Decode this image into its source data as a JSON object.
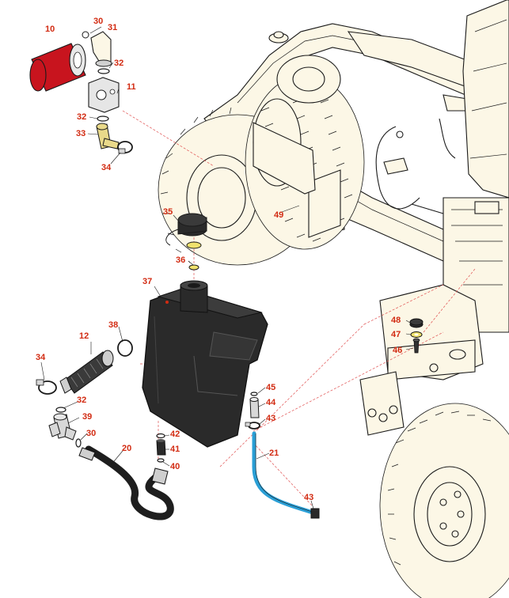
{
  "colors": {
    "callout": "#d22b12",
    "cream": "#fcf7e6",
    "tank": "#2a2a2a",
    "filter_red": "#c8141e",
    "hose_blue": "#2a9fd6",
    "hose_black": "#1e1e1e",
    "outline": "#1a1a1a",
    "leader_dash": "#e05050"
  },
  "callouts": {
    "c10": "10",
    "c30a": "30",
    "c31": "31",
    "c32a": "32",
    "c11": "11",
    "c32b": "32",
    "c33": "33",
    "c34a": "34",
    "c35": "35",
    "c36": "36",
    "c49": "49",
    "c37": "37",
    "c38": "38",
    "c12": "12",
    "c34b": "34",
    "c32c": "32",
    "c39": "39",
    "c30b": "30",
    "c20": "20",
    "c42": "42",
    "c41": "41",
    "c40": "40",
    "c45": "45",
    "c44": "44",
    "c43a": "43",
    "c21": "21",
    "c43b": "43",
    "c48": "48",
    "c47": "47",
    "c46": "46"
  },
  "icons": {
    "filter": "oil-filter-icon",
    "tank": "reservoir-tank-icon",
    "cap": "filler-cap-icon",
    "wheel": "wheel-icon"
  }
}
